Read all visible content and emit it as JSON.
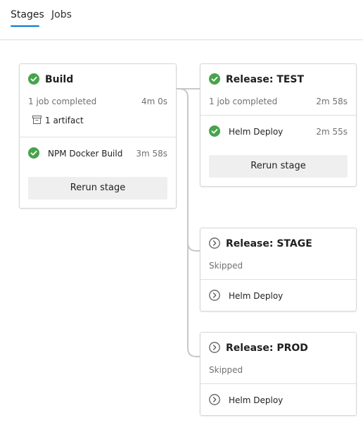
{
  "tabs": [
    {
      "label": "Stages",
      "active": true
    },
    {
      "label": "Jobs",
      "active": false
    }
  ],
  "colors": {
    "success": "#48a34b",
    "accent": "#0078d4",
    "skipped": "#605e5c"
  },
  "stages": [
    {
      "title": "Build",
      "status_icon": "success-check-icon",
      "summary": "1 job completed",
      "duration": "4m 0s",
      "artifact_label": "1 artifact",
      "jobs": [
        {
          "name": "NPM Docker Build",
          "duration": "3m 58s",
          "status_icon": "success-check-icon"
        }
      ],
      "rerun_label": "Rerun stage"
    },
    {
      "title": "Release: TEST",
      "status_icon": "success-check-icon",
      "summary": "1 job completed",
      "duration": "2m 58s",
      "jobs": [
        {
          "name": "Helm Deploy",
          "duration": "2m 55s",
          "status_icon": "success-check-icon"
        }
      ],
      "rerun_label": "Rerun stage"
    },
    {
      "title": "Release: STAGE",
      "status_icon": "skipped-chevron-icon",
      "summary": "Skipped",
      "jobs": [
        {
          "name": "Helm Deploy",
          "status_icon": "skipped-chevron-icon"
        }
      ]
    },
    {
      "title": "Release: PROD",
      "status_icon": "skipped-chevron-icon",
      "summary": "Skipped",
      "jobs": [
        {
          "name": "Helm Deploy",
          "status_icon": "skipped-chevron-icon"
        }
      ]
    }
  ]
}
